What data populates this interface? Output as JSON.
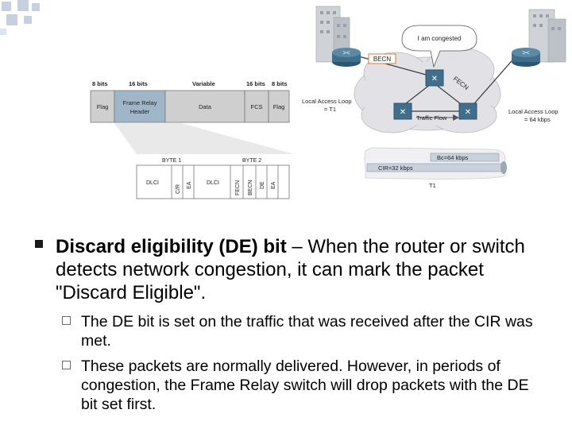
{
  "frame": {
    "bits_labels": [
      "8 bits",
      "16 bits",
      "Variable",
      "16 bits",
      "8 bits"
    ],
    "fields": [
      "Flag",
      "Frame Relay Header",
      "Data",
      "FCS",
      "Flag"
    ],
    "byte1_label": "BYTE 1",
    "byte2_label": "BYTE 2",
    "header_bits": [
      "DLCI",
      "C/R",
      "EA",
      "DLCI",
      "FECN",
      "BECN",
      "DE",
      "EA"
    ]
  },
  "network": {
    "congested_callout": "I am congested",
    "becn_label": "BECN",
    "fecn_label": "FECN",
    "traffic_flow": "Traffic Flow",
    "local_loop_left": "Local Access Loop = T1",
    "local_loop_right": "Local Access Loop = 64 kbps",
    "bc_label": "Bc=64 kbps",
    "cir_label": "CIR=32 kbps",
    "t1_label": "T1"
  },
  "bullet": {
    "term": "Discard eligibility (DE) bit",
    "text": " – When the router or switch detects network congestion, it can mark the packet \"Discard Eligible\".",
    "subs": [
      "The DE bit is set on the traffic that was received after the CIR was met.",
      "These packets are normally delivered. However, in periods of congestion, the Frame Relay switch will drop packets with the DE bit set first."
    ]
  },
  "colors": {
    "field_fill": "#cfcfcf",
    "header_fill": "#9fb6c9",
    "cloud": "#e2e2e6",
    "router": "#3f6f8a",
    "accent_orange": "#e07a2a"
  }
}
